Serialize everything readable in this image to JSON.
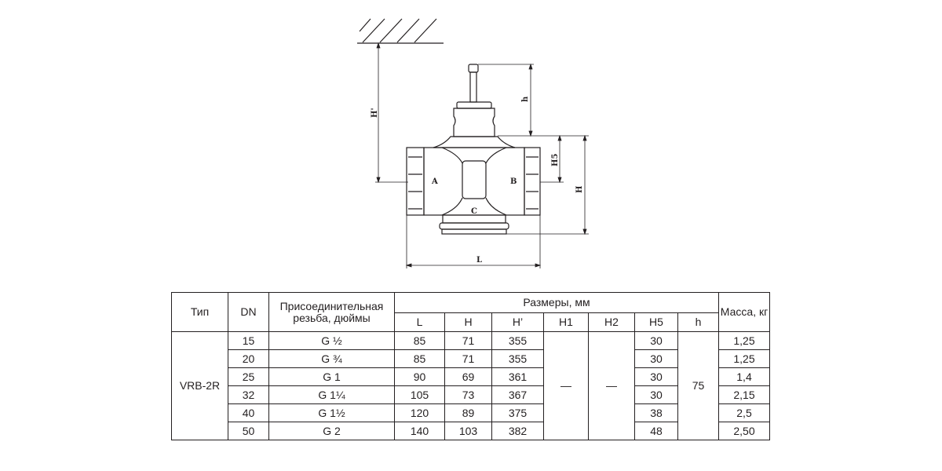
{
  "drawing": {
    "labels": {
      "port_a": "A",
      "port_b": "B",
      "port_c": "C",
      "dim_h_prime": "H'",
      "dim_h": "h",
      "dim_h5": "H5",
      "dim_H": "H",
      "dim_L": "L"
    }
  },
  "table": {
    "headers": {
      "type": "Тип",
      "dn": "DN",
      "thread": "Присоединительная резьба, дюймы",
      "dimensions": "Размеры, мм",
      "mass": "Масса, кг"
    },
    "subheaders": [
      "L",
      "H",
      "H’",
      "H1",
      "H2",
      "H5",
      "h"
    ],
    "type_value": "VRB-2R",
    "h1_value": "—",
    "h2_value": "—",
    "h_value": "75",
    "rows": [
      {
        "dn": "15",
        "thread": "G ½",
        "L": "85",
        "H": "71",
        "Hp": "355",
        "H5": "30",
        "mass": "1,25"
      },
      {
        "dn": "20",
        "thread": "G ¾",
        "L": "85",
        "H": "71",
        "Hp": "355",
        "H5": "30",
        "mass": "1,25"
      },
      {
        "dn": "25",
        "thread": "G 1",
        "L": "90",
        "H": "69",
        "Hp": "361",
        "H5": "30",
        "mass": "1,4"
      },
      {
        "dn": "32",
        "thread": "G 1¼",
        "L": "105",
        "H": "73",
        "Hp": "367",
        "H5": "30",
        "mass": "2,15"
      },
      {
        "dn": "40",
        "thread": "G 1½",
        "L": "120",
        "H": "89",
        "Hp": "375",
        "H5": "38",
        "mass": "2,5"
      },
      {
        "dn": "50",
        "thread": "G 2",
        "L": "140",
        "H": "103",
        "Hp": "382",
        "H5": "48",
        "mass": "2,50"
      }
    ]
  }
}
